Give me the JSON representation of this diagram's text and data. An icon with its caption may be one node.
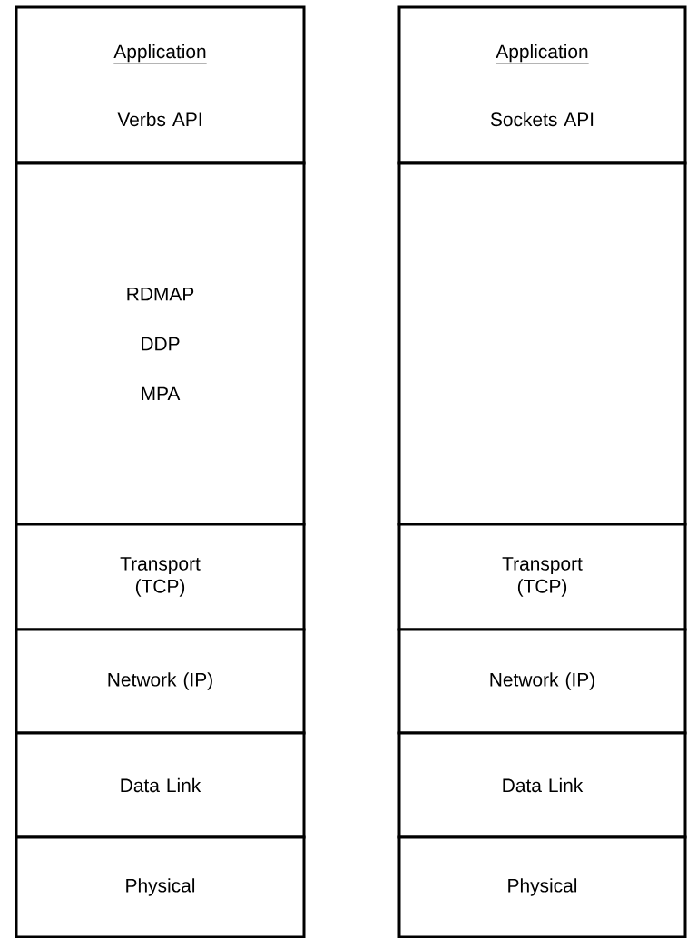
{
  "diagram": {
    "nodes": [
      {
        "text": [
          "Application",
          "Verbs API"
        ]
      },
      {
        "text": [
          "RDMAP",
          "DDP",
          "MPA"
        ]
      },
      {
        "text": [
          "Transport (TCP)"
        ]
      },
      {
        "text": [
          "Network (IP)"
        ]
      },
      {
        "text": [
          "Data Link"
        ]
      },
      {
        "text": [
          "Physical"
        ]
      },
      {
        "text": [
          "Application",
          "Sockets API"
        ]
      },
      {
        "text": [],
        "shape": "box"
      },
      {
        "text": [
          "Transport (TCP)"
        ]
      },
      {
        "text": [
          "Network (IP)"
        ]
      },
      {
        "text": [
          "Data Link"
        ]
      },
      {
        "text": [
          "Physical"
        ]
      }
    ]
  }
}
